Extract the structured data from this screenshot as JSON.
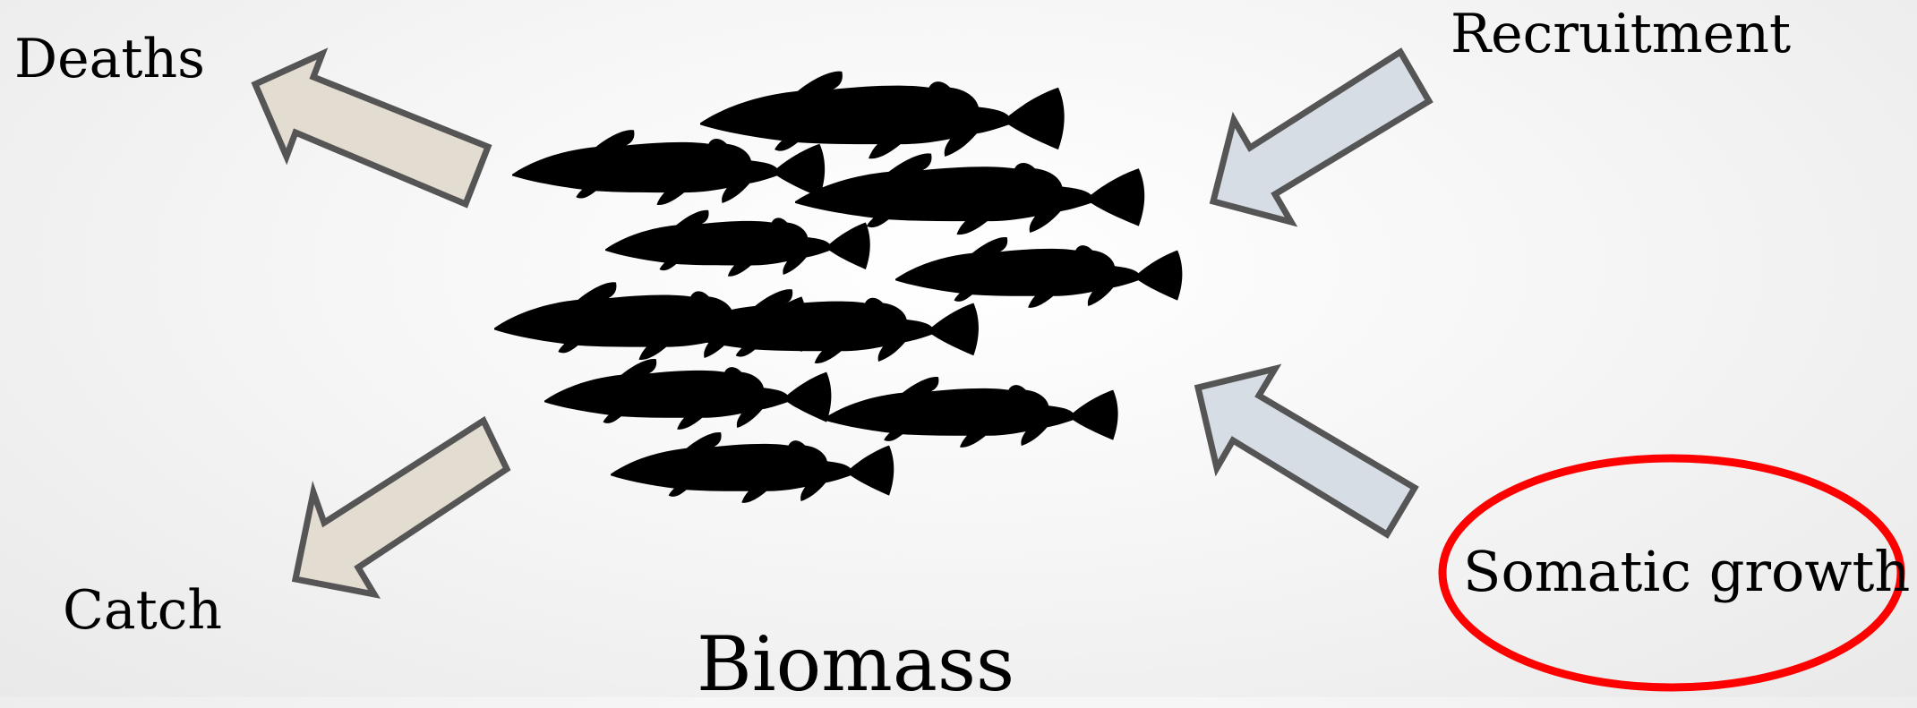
{
  "labels": {
    "deaths": "Deaths",
    "recruitment": "Recruitment",
    "catch": "Catch",
    "somatic_growth": "Somatic growth",
    "biomass": "Biomass"
  },
  "colors": {
    "outflow_arrow_fill": "#e3dcd1",
    "inflow_arrow_fill": "#d6dde4",
    "arrow_stroke": "#555555",
    "highlight_ellipse": "#ff0000",
    "fish": "#000000"
  },
  "icons": {
    "biomass": "fish-school-icon",
    "outflow": "arrow-icon",
    "inflow": "arrow-icon"
  }
}
